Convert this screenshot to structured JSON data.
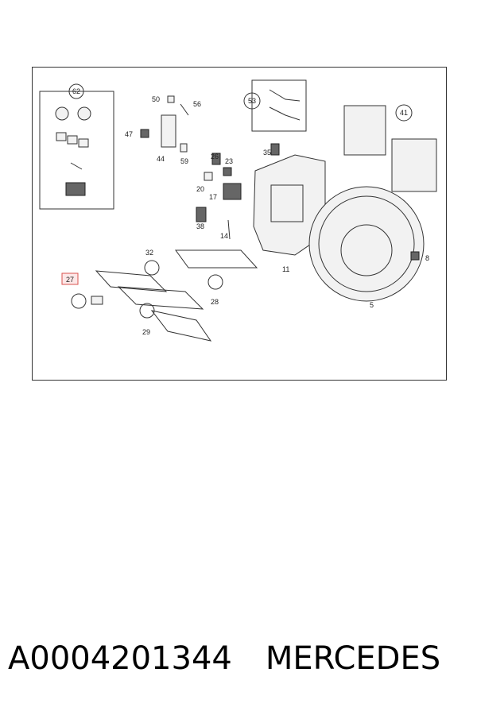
{
  "diagram": {
    "callouts": [
      "62",
      "50",
      "56",
      "53",
      "41",
      "47",
      "44",
      "59",
      "26",
      "23",
      "35",
      "20",
      "17",
      "38",
      "14",
      "32",
      "8",
      "27",
      "28",
      "11",
      "5",
      "29"
    ],
    "highlighted": "27",
    "highlight_color": "#d9534f"
  },
  "caption": {
    "part_number": "A0004201344",
    "brand": "MERCEDES"
  }
}
